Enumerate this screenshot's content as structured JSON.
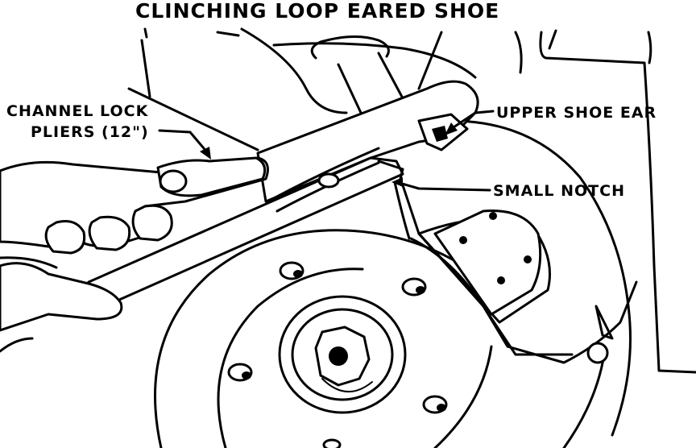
{
  "figure": {
    "title": "CLINCHING LOOP EARED SHOE",
    "labels": {
      "pliers_line1": "CHANNEL LOCK",
      "pliers_line2": "PLIERS (12\")",
      "upper_shoe_ear": "UPPER SHOE EAR",
      "small_notch": "SMALL NOTCH"
    },
    "colors": {
      "ink": "#000000",
      "paper": "#ffffff"
    },
    "icons": {
      "pliers": "pliers-illustration",
      "hand": "hand-illustration",
      "rotor": "brake-rotor-illustration",
      "shoe": "brake-shoe-illustration"
    }
  }
}
